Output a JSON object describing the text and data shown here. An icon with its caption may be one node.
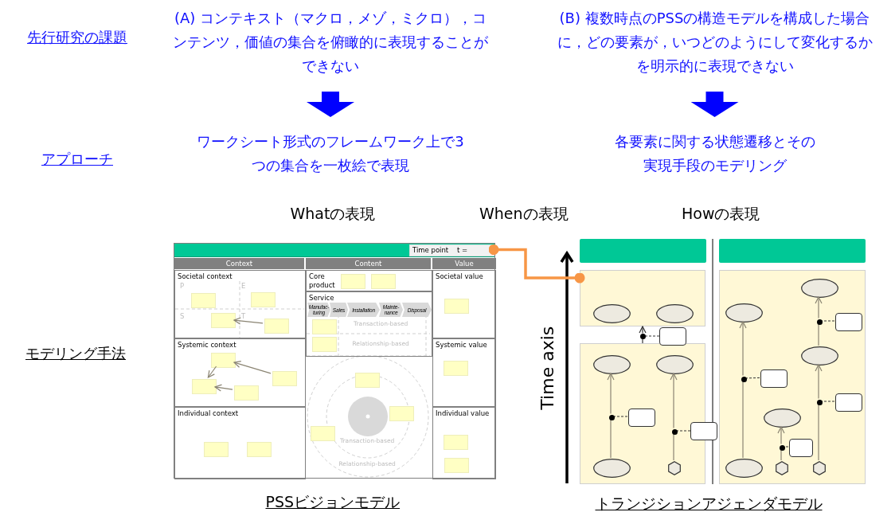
{
  "diagram": {
    "nodes": [
      {
        "text": [
          "(A) コンテキスト（マクロ，メゾ，ミクロ），コンテンツ，価値の集合を俯瞰的に表現することができない"
        ]
      },
      {
        "text": [
          "(B) 複数時点のPSSの構造モデルを構成した場合に，どの要素が，いつどのようにして変化するかを明示的に表現できない"
        ]
      },
      {
        "text": [
          "ワークシート形式のフレームワーク上で3つの集合を一枚絵で表現"
        ]
      },
      {
        "text": [
          "各要素に関する状態遷移とその実現手段のモデリング"
        ]
      },
      {
        "text": [],
        "shape": "box"
      },
      {
        "text": [
          "Time point    t ="
        ],
        "in": 4
      },
      {
        "text": [
          "Context"
        ],
        "in": 4
      },
      {
        "text": [
          "Content"
        ],
        "in": 4
      },
      {
        "text": [
          "Value"
        ],
        "in": 4
      },
      {
        "text": [
          "Societal context"
        ],
        "in": 4
      },
      {
        "text": [
          "Systemic context"
        ],
        "in": 4
      },
      {
        "text": [
          "Individual context"
        ],
        "in": 4
      },
      {
        "text": [
          "Core product"
        ],
        "in": 4
      },
      {
        "text": [
          "Service"
        ],
        "in": 4
      },
      {
        "text": [
          "Societal value"
        ],
        "in": 4
      },
      {
        "text": [
          "Systemic value"
        ],
        "in": 4
      },
      {
        "text": [
          "Individual value"
        ],
        "in": 4
      },
      {
        "text": [
          "Manufac-turing"
        ],
        "in": 13
      },
      {
        "text": [
          "Sales"
        ],
        "in": 13
      },
      {
        "text": [
          "Installation"
        ],
        "in": 13
      },
      {
        "text": [
          "Mainte-nance"
        ],
        "in": 13
      },
      {
        "text": [
          "Disposal"
        ],
        "in": 13
      },
      {
        "text": [],
        "shape": "box",
        "in": 9
      },
      {
        "text": [],
        "shape": "box",
        "in": 9
      },
      {
        "text": [],
        "shape": "box",
        "in": 9
      },
      {
        "text": [],
        "shape": "box",
        "in": 9
      },
      {
        "text": [],
        "shape": "box",
        "in": 10
      },
      {
        "text": [],
        "shape": "box",
        "in": 10
      },
      {
        "text": [],
        "shape": "box",
        "in": 10
      },
      {
        "text": [],
        "shape": "box",
        "in": 10
      },
      {
        "text": [],
        "shape": "box",
        "in": 11
      },
      {
        "text": [],
        "shape": "box",
        "in": 11
      },
      {
        "text": [],
        "shape": "box",
        "in": 12
      },
      {
        "text": [],
        "shape": "box",
        "in": 12
      },
      {
        "text": [],
        "shape": "box",
        "in": 13
      },
      {
        "text": [],
        "shape": "box",
        "in": 13
      },
      {
        "text": [],
        "shape": "box",
        "in": 4
      },
      {
        "text": [],
        "shape": "box",
        "in": 4
      },
      {
        "text": [],
        "shape": "box",
        "in": 4
      },
      {
        "text": [],
        "shape": "box",
        "in": 14
      },
      {
        "text": [],
        "shape": "box",
        "in": 15
      },
      {
        "text": [],
        "shape": "box",
        "in": 16
      },
      {
        "text": [],
        "shape": "box",
        "in": 16
      },
      {
        "text": [],
        "shape": "bar"
      },
      {
        "text": [],
        "shape": "bar"
      },
      {
        "text": [],
        "shape": "box"
      },
      {
        "text": [],
        "shape": "box"
      },
      {
        "text": [],
        "shape": "box"
      },
      {
        "text": [],
        "shape": "ellipse",
        "in": 45
      },
      {
        "text": [],
        "shape": "ellipse",
        "in": 45
      },
      {
        "text": [],
        "shape": "ellipse",
        "in": 46
      },
      {
        "text": [],
        "shape": "ellipse",
        "in": 46
      },
      {
        "text": [],
        "shape": "ellipse",
        "in": 46
      },
      {
        "text": [],
        "shape": "hexagon",
        "in": 46
      },
      {
        "text": [],
        "shape": "box",
        "in": 46
      },
      {
        "text": [],
        "shape": "box"
      },
      {
        "text": [],
        "shape": "box"
      },
      {
        "text": [],
        "shape": "ellipse",
        "in": 47
      },
      {
        "text": [],
        "shape": "ellipse",
        "in": 47
      },
      {
        "text": [],
        "shape": "ellipse",
        "in": 47
      },
      {
        "text": [],
        "shape": "ellipse",
        "in": 47
      },
      {
        "text": [],
        "shape": "ellipse",
        "in": 47
      },
      {
        "text": [],
        "shape": "hexagon",
        "in": 47
      },
      {
        "text": [],
        "shape": "hexagon",
        "in": 47
      },
      {
        "text": [],
        "shape": "box",
        "in": 47
      },
      {
        "text": [],
        "shape": "box",
        "in": 47
      },
      {
        "text": [],
        "shape": "box",
        "in": 47
      },
      {
        "text": [],
        "shape": "box",
        "in": 47
      },
      {
        "text": [],
        "shape": "dot"
      },
      {
        "text": [],
        "shape": "dot",
        "in": 46
      },
      {
        "text": [],
        "shape": "dot",
        "in": 46
      },
      {
        "text": [],
        "shape": "dot",
        "in": 47
      },
      {
        "text": [],
        "shape": "dot",
        "in": 47
      },
      {
        "text": [],
        "shape": "dot",
        "in": 47
      },
      {
        "text": [],
        "shape": "dot",
        "in": 47
      }
    ],
    "edges": [
      {
        "from": 0,
        "to": 2,
        "arrow": "to",
        "style": "thick",
        "color": "#0000ff"
      },
      {
        "from": 1,
        "to": 3,
        "arrow": "to",
        "style": "thick",
        "color": "#0000ff"
      },
      {
        "from": 25,
        "to": 24,
        "arrow": "to"
      },
      {
        "from": 27,
        "to": 26,
        "arrow": "to"
      },
      {
        "from": 26,
        "to": 28,
        "arrow": "to"
      },
      {
        "from": 29,
        "to": 28,
        "arrow": "to"
      },
      {
        "from": 5,
        "to": 45,
        "arrow": "other",
        "style": "thick",
        "color": "#f79646"
      },
      {
        "from": 46,
        "to": 68,
        "arrow": "none",
        "color": "#333333"
      },
      {
        "from": 68,
        "to": 45,
        "arrow": "to",
        "color": "#333333"
      },
      {
        "from": 56,
        "to": 68,
        "arrow": "none",
        "style": "dashed",
        "color": "#333333"
      },
      {
        "from": 52,
        "to": 69,
        "arrow": "none"
      },
      {
        "from": 69,
        "to": 50,
        "arrow": "to"
      },
      {
        "from": 54,
        "to": 69,
        "arrow": "none",
        "style": "dashed",
        "color": "#333333"
      },
      {
        "from": 53,
        "to": 70,
        "arrow": "none"
      },
      {
        "from": 70,
        "to": 51,
        "arrow": "to"
      },
      {
        "from": 55,
        "to": 70,
        "arrow": "none",
        "style": "dashed",
        "color": "#333333"
      },
      {
        "from": 61,
        "to": 71,
        "arrow": "none"
      },
      {
        "from": 71,
        "to": 57,
        "arrow": "to"
      },
      {
        "from": 64,
        "to": 71,
        "arrow": "none",
        "style": "dashed",
        "color": "#333333"
      },
      {
        "from": 59,
        "to": 72,
        "arrow": "none"
      },
      {
        "from": 72,
        "to": 58,
        "arrow": "to"
      },
      {
        "from": 65,
        "to": 72,
        "arrow": "none",
        "style": "dashed",
        "color": "#333333"
      },
      {
        "from": 63,
        "to": 73,
        "arrow": "none"
      },
      {
        "from": 73,
        "to": 59,
        "arrow": "to"
      },
      {
        "from": 66,
        "to": 73,
        "arrow": "none",
        "style": "dashed",
        "color": "#333333"
      },
      {
        "from": 62,
        "to": 74,
        "arrow": "none"
      },
      {
        "from": 74,
        "to": 60,
        "arrow": "to"
      },
      {
        "from": 67,
        "to": 74,
        "arrow": "none",
        "style": "dashed",
        "color": "#333333"
      }
    ],
    "labels": [
      "先行研究の課題",
      "アプローチ",
      "Whatの表現",
      "Whenの表現",
      "Howの表現",
      "モデリング手法",
      "P",
      "E",
      "S",
      "T",
      "Transaction-based",
      "Relationship-based",
      "Transaction-based",
      "Relationship-based",
      "Time axis",
      "PSSビジョンモデル",
      "トランジションアジェンダモデル"
    ]
  }
}
